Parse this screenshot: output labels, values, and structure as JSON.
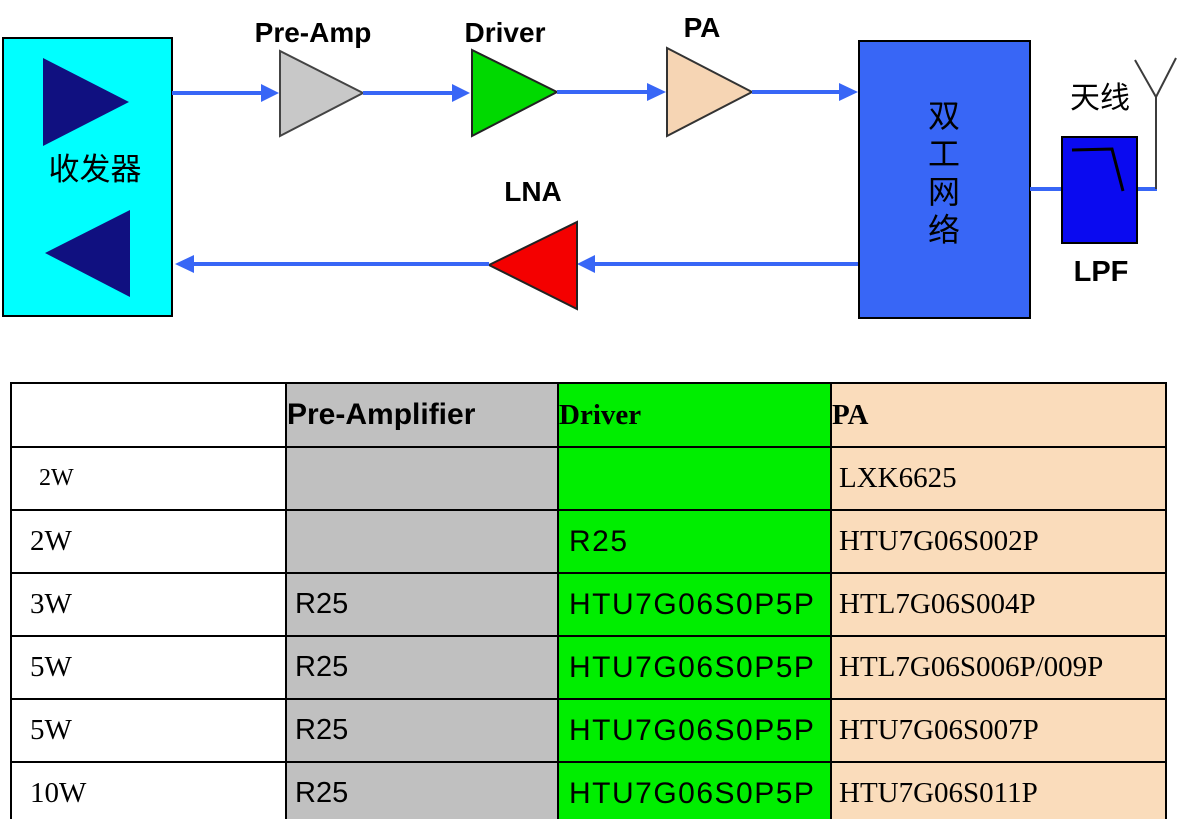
{
  "diagram": {
    "transceiver_label": "收发器",
    "preamp_label": "Pre-Amp",
    "driver_label": "Driver",
    "pa_label": "PA",
    "lna_label": "LNA",
    "duplexer_chars": [
      "双",
      "工",
      "网",
      "络"
    ],
    "antenna_label": "天线",
    "lpf_label": "LPF"
  },
  "colors": {
    "transceiver_fill": "#00FFFF",
    "direction_triangle_navy": "#101080",
    "wire_blue": "#3866F6",
    "preamp_fill": "#C8C8C8",
    "driver_fill": "#00D900",
    "pa_fill": "#F6D5B4",
    "lna_fill": "#F40000",
    "duplexer_fill": "#3866F6",
    "lpf_fill": "#0A0AF0",
    "table_gray": "#C0C0C0",
    "table_green": "#00EE00",
    "table_peach": "#FADCBB"
  },
  "table": {
    "headers": [
      "",
      "Pre-Amplifier",
      "Driver",
      "PA"
    ],
    "rows": [
      {
        "power": "2W",
        "pre_amplifier": "",
        "driver": "",
        "pa": "LXK6625"
      },
      {
        "power": "2W",
        "pre_amplifier": "",
        "driver": "R25",
        "pa": "HTU7G06S002P"
      },
      {
        "power": "3W",
        "pre_amplifier": "R25",
        "driver": "HTU7G06S0P5P",
        "pa": "HTL7G06S004P"
      },
      {
        "power": "5W",
        "pre_amplifier": "R25",
        "driver": "HTU7G06S0P5P",
        "pa": "HTL7G06S006P/009P"
      },
      {
        "power": "5W",
        "pre_amplifier": "R25",
        "driver": "HTU7G06S0P5P",
        "pa": "HTU7G06S007P"
      },
      {
        "power": "10W",
        "pre_amplifier": "R25",
        "driver": "HTU7G06S0P5P",
        "pa": "HTU7G06S011P"
      }
    ]
  }
}
